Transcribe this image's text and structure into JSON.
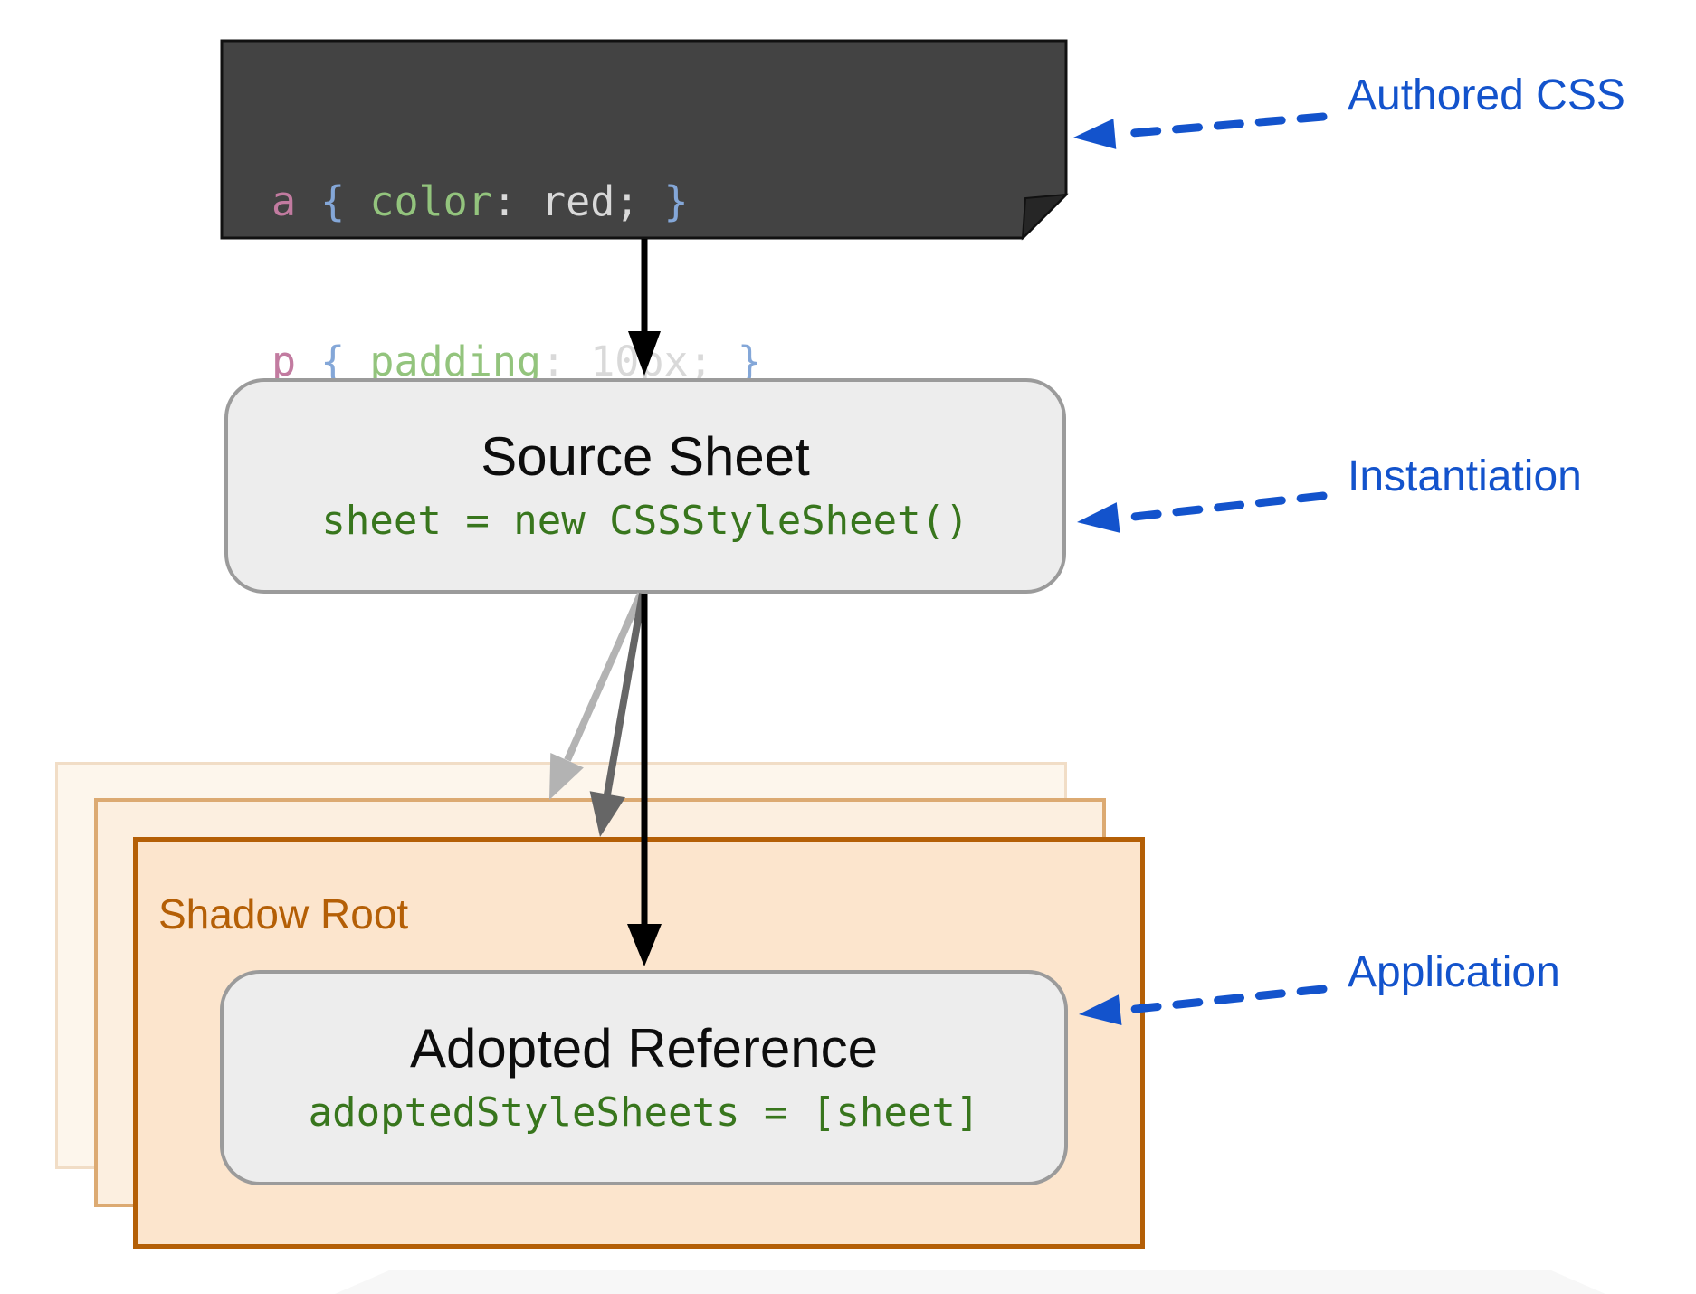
{
  "authored_css": {
    "annotation": "Authored CSS",
    "code_lines": [
      {
        "selector": "a",
        "open": " { ",
        "property": "color",
        "colon": ": ",
        "value": "red",
        "semi": ";",
        "close": " }"
      },
      {
        "selector": "p",
        "open": " { ",
        "property": "padding",
        "colon": ": ",
        "value": "10px",
        "semi": ";",
        "close": " }"
      }
    ]
  },
  "source_sheet": {
    "title": "Source Sheet",
    "code": "sheet = new CSSStyleSheet()",
    "annotation": "Instantiation"
  },
  "shadow_root": {
    "label": "Shadow Root"
  },
  "adopted_reference": {
    "title": "Adopted Reference",
    "code": "adoptedStyleSheets = [sheet]",
    "annotation": "Application"
  },
  "colors": {
    "annotation_blue": "#1353cc",
    "code_block_bg": "#434343",
    "code_selector_pink": "#c27ba0",
    "code_brace_blue": "#84a7d8",
    "code_property_green": "#93c47d",
    "code_value_gray": "#d9d9d9",
    "sheet_code_green": "#38761d",
    "shadow_root_orange": "#b45f06",
    "box_fill_gray": "#ededed",
    "box_border_gray": "#9b9b9b",
    "arrow_black": "#000000",
    "arrow_gray_light": "#b3b3b3",
    "arrow_gray_dark": "#666666"
  }
}
